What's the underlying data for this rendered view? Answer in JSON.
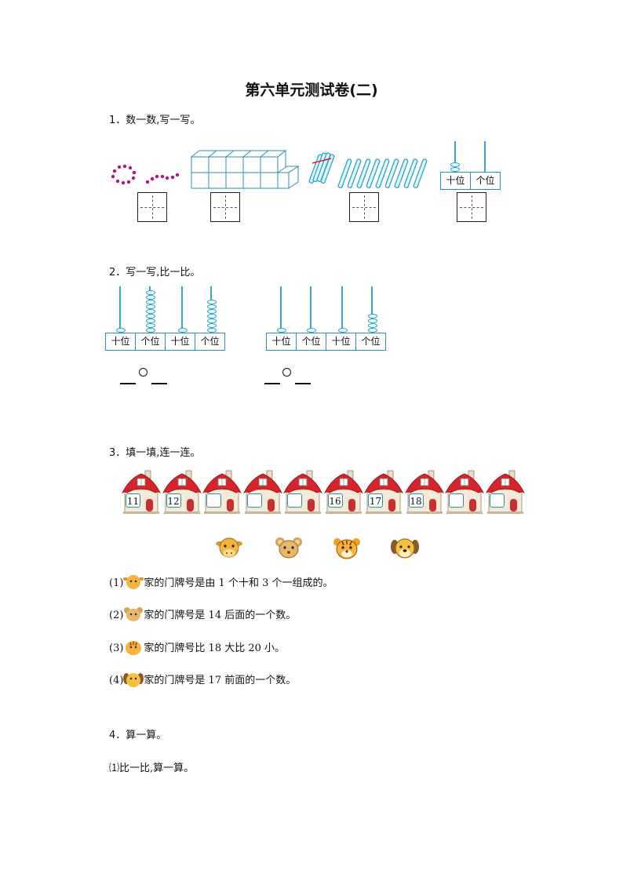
{
  "title": "第六单元测试卷(二)",
  "q1": {
    "heading": "1．数一数,写一写。",
    "abacus_labels": [
      "十位",
      "个位"
    ]
  },
  "q2": {
    "heading": "2．写一写,比一比。",
    "labels": [
      "十位",
      "个位",
      "十位",
      "个位"
    ]
  },
  "q3": {
    "heading": "3．填一填,连一连。",
    "house_numbers": [
      "11",
      "12",
      "",
      "",
      "",
      "16",
      "17",
      "18",
      "",
      ""
    ],
    "animals": [
      "cow-face-icon",
      "mouse-face-icon",
      "tiger-face-icon",
      "dog-face-icon"
    ],
    "items": [
      {
        "num": "(1)",
        "text": "家的门牌号是由 1 个十和 3 个一组成的。"
      },
      {
        "num": "(2)",
        "text": "家的门牌号是 14 后面的一个数。"
      },
      {
        "num": "(3)",
        "text": "家的门牌号比 18 大比 20 小。"
      },
      {
        "num": "(4)",
        "text": "家的门牌号是 17 前面的一个数。"
      }
    ]
  },
  "q4": {
    "heading": "4．算一算。",
    "sub": "⑴比一比,算一算。"
  },
  "colors": {
    "accent": "#2aa2c4",
    "roof": "#d8232a",
    "bead_purple": "#b0177a"
  }
}
